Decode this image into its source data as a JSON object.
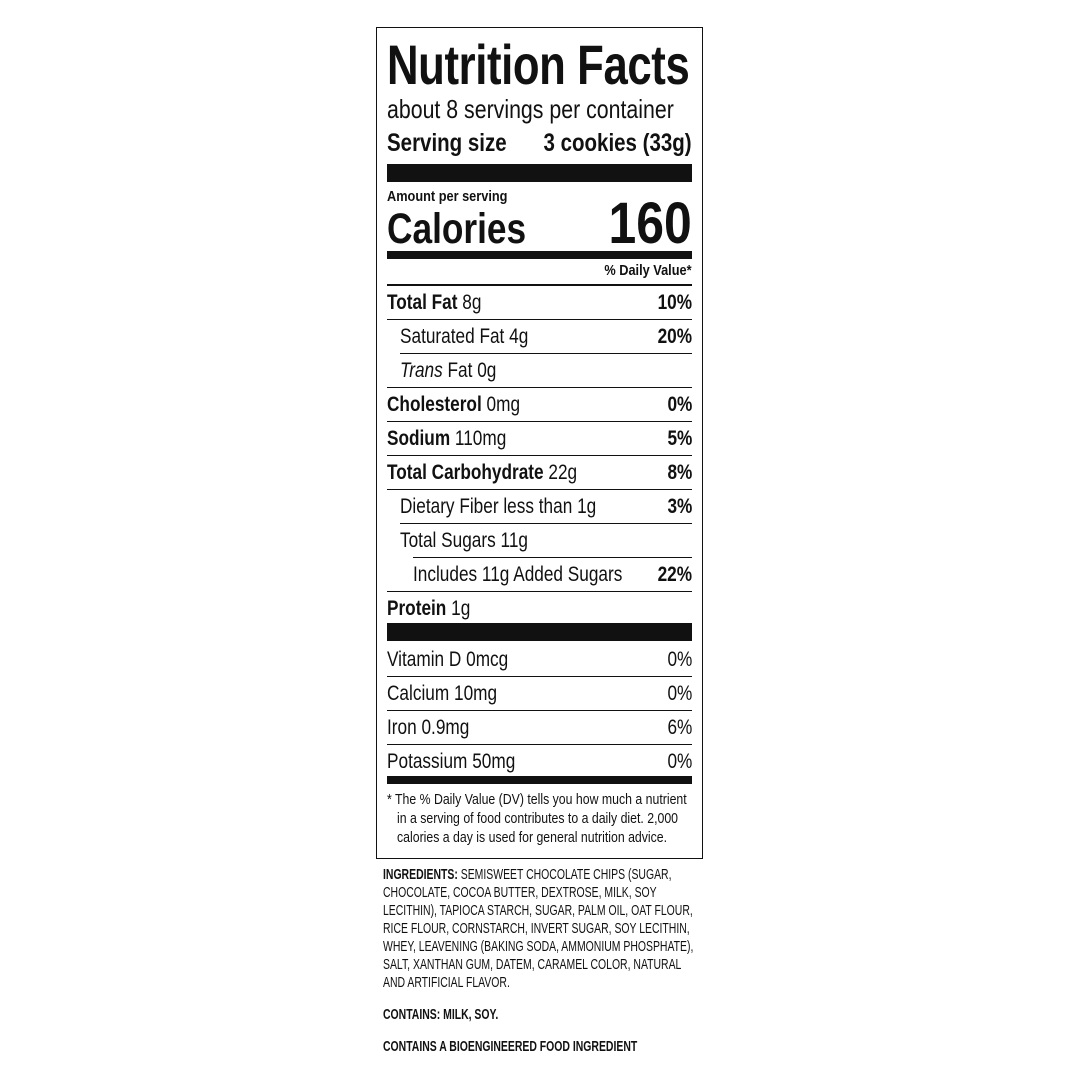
{
  "label": {
    "title": "Nutrition Facts",
    "servings_per_container": "about 8 servings per container",
    "serving_size_label": "Serving size",
    "serving_size_value": "3 cookies (33g)",
    "amount_per_serving": "Amount per serving",
    "calories_label": "Calories",
    "calories_value": "160",
    "daily_value_header": "% Daily Value*",
    "nutrients": [
      {
        "name": "Total Fat",
        "amount": "8g",
        "dv": "10%"
      },
      {
        "name": "Saturated Fat",
        "amount": "4g",
        "dv": "20%"
      },
      {
        "name": "Trans",
        "name_suffix": "Fat",
        "amount": "0g",
        "dv": ""
      },
      {
        "name": "Cholesterol",
        "amount": "0mg",
        "dv": "0%"
      },
      {
        "name": "Sodium",
        "amount": "110mg",
        "dv": "5%"
      },
      {
        "name": "Total Carbohydrate",
        "amount": "22g",
        "dv": "8%"
      },
      {
        "name": "Dietary Fiber",
        "amount": "less than 1g",
        "dv": "3%"
      },
      {
        "name": "Total Sugars",
        "amount": "11g",
        "dv": ""
      },
      {
        "name": "Includes 11g Added Sugars",
        "amount": "",
        "dv": "22%"
      },
      {
        "name": "Protein",
        "amount": "1g",
        "dv": ""
      }
    ],
    "vitamins": [
      {
        "name": "Vitamin D",
        "amount": "0mcg",
        "dv": "0%"
      },
      {
        "name": "Calcium",
        "amount": "10mg",
        "dv": "0%"
      },
      {
        "name": "Iron",
        "amount": "0.9mg",
        "dv": "6%"
      },
      {
        "name": "Potassium",
        "amount": "50mg",
        "dv": "0%"
      }
    ],
    "footnote": [
      "* The % Daily Value (DV) tells you how much a nutrient",
      "in a serving of food contributes to a daily diet. 2,000",
      "calories a day is used for general nutrition advice."
    ]
  },
  "ingredients": {
    "heading": "INGREDIENTS:",
    "lines": [
      " SEMISWEET CHOCOLATE CHIPS (SUGAR,",
      "CHOCOLATE, COCOA BUTTER, DEXTROSE, MILK, SOY",
      "LECITHIN), TAPIOCA STARCH, SUGAR, PALM OIL, OAT FLOUR,",
      "RICE FLOUR, CORNSTARCH, INVERT SUGAR, SOY LECITHIN,",
      "WHEY, LEAVENING (BAKING SODA, AMMONIUM PHOSPHATE),",
      "SALT, XANTHAN GUM, DATEM, CARAMEL COLOR, NATURAL",
      "AND ARTIFICIAL FLAVOR."
    ],
    "contains": "CONTAINS: MILK, SOY.",
    "bioengineered": "CONTAINS A BIOENGINEERED FOOD INGREDIENT"
  }
}
